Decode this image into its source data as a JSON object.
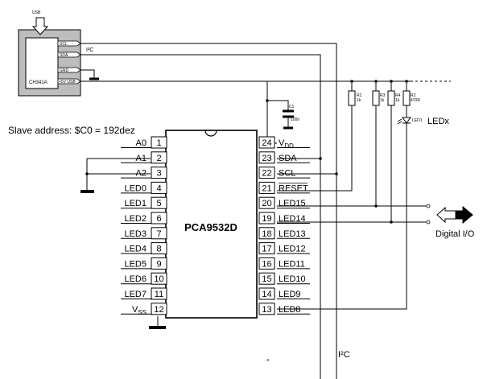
{
  "usb_label": "USB",
  "converter": {
    "name": "CH341A",
    "pins": [
      "SCL",
      "SDA",
      "GND",
      "+5V USB"
    ]
  },
  "bus_label": "I²C",
  "bus_label_bottom": "I²C",
  "slave_address": "Slave address: $C0 = 192dez",
  "chip_name": "PCA9532D",
  "left_pins": [
    {
      "label": "A0",
      "num": "1"
    },
    {
      "label": "A1",
      "num": "2"
    },
    {
      "label": "A2",
      "num": "3"
    },
    {
      "label": "LED0",
      "num": "4"
    },
    {
      "label": "LED1",
      "num": "5"
    },
    {
      "label": "LED2",
      "num": "6"
    },
    {
      "label": "LED3",
      "num": "7"
    },
    {
      "label": "LED4",
      "num": "8"
    },
    {
      "label": "LED5",
      "num": "9"
    },
    {
      "label": "LED6",
      "num": "10"
    },
    {
      "label": "LED7",
      "num": "11"
    },
    {
      "label": "V",
      "sub": "SS",
      "num": "12"
    }
  ],
  "right_pins": [
    {
      "label": "V",
      "sub": "DD",
      "num": "24"
    },
    {
      "label": "SDA",
      "num": "23"
    },
    {
      "label": "SCL",
      "num": "22"
    },
    {
      "label": "RESET",
      "num": "21"
    },
    {
      "label": "LED15",
      "num": "20"
    },
    {
      "label": "LED14",
      "num": "19"
    },
    {
      "label": "LED13",
      "num": "18"
    },
    {
      "label": "LED12",
      "num": "17"
    },
    {
      "label": "LED11",
      "num": "16"
    },
    {
      "label": "LED10",
      "num": "15"
    },
    {
      "label": "LED9",
      "num": "14"
    },
    {
      "label": "LED8",
      "num": "13"
    }
  ],
  "capacitor": {
    "name": "C1",
    "value": "100n"
  },
  "resistors": [
    {
      "name": "R1",
      "value": "1k"
    },
    {
      "name": "R3",
      "value": "1k"
    },
    {
      "name": "R4",
      "value": "1k"
    },
    {
      "name": "R2",
      "value": "470R"
    }
  ],
  "led_label": "LED1",
  "ledx_label": "LEDx",
  "digital_io_label": "Digital I/O"
}
